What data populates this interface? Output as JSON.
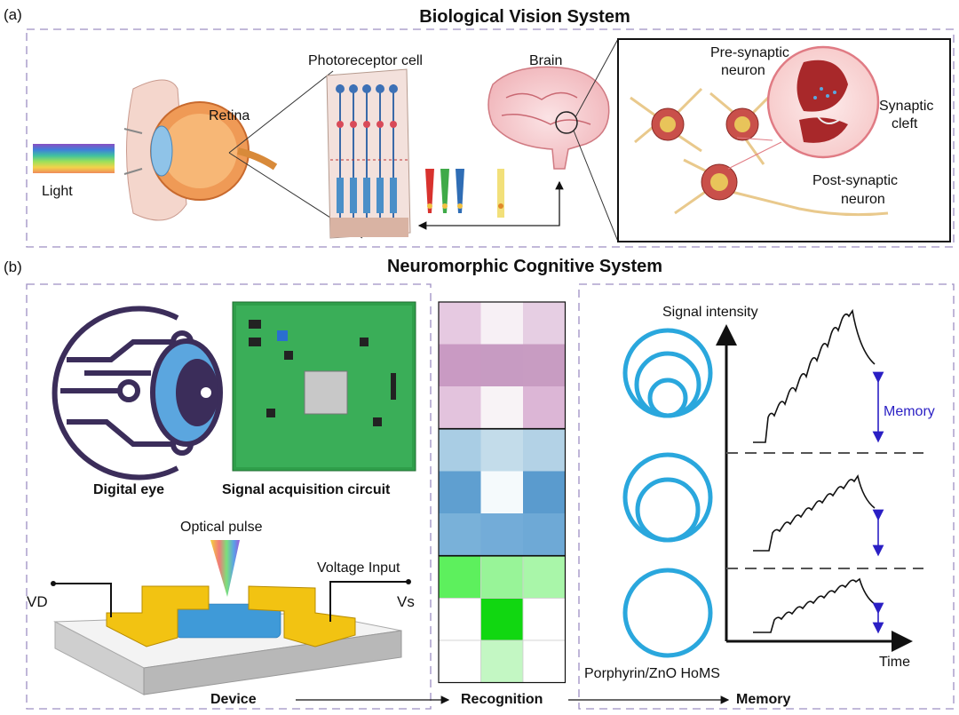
{
  "panel_a": {
    "letter": "(a)",
    "title": "Biological Vision System",
    "labels": {
      "light": "Light",
      "retina": "Retina",
      "photoreceptor": "Photoreceptor cell",
      "brain": "Brain",
      "pre_synaptic_1": "Pre-synaptic",
      "pre_synaptic_2": "neuron",
      "synaptic_cleft_1": "Synaptic",
      "synaptic_cleft_2": "cleft",
      "post_synaptic_1": "Post-synaptic",
      "post_synaptic_2": "neuron"
    }
  },
  "panel_b": {
    "letter": "(b)",
    "title": "Neuromorphic Cognitive System",
    "labels": {
      "digital_eye": "Digital eye",
      "signal_acquisition": "Signal acquisition circuit",
      "optical_pulse": "Optical pulse",
      "voltage_input": "Voltage Input",
      "vd": "VD",
      "vs": "Vs",
      "signal_intensity": "Signal intensity",
      "memory_annotation": "Memory",
      "time": "Time",
      "porphyrin": "Porphyrin/ZnO HoMS",
      "device": "Device",
      "recognition": "Recognition",
      "memory": "Memory"
    },
    "recognition_grids": [
      {
        "name": "purple",
        "cells": [
          "#e6c9e1",
          "#f7f0f5",
          "#e6cee3",
          "#c99ac3",
          "#c79bc2",
          "#c89cc2",
          "#e3c3dd",
          "#f8f3f6",
          "#dcb6d6"
        ]
      },
      {
        "name": "blue",
        "cells": [
          "#a9cde4",
          "#c3dcea",
          "#b3d2e6",
          "#5f9fd0",
          "#f5fafc",
          "#5a9bce",
          "#79b1d9",
          "#73acd8",
          "#6ea9d6"
        ]
      },
      {
        "name": "green",
        "cells": [
          "#5df05d",
          "#98f498",
          "#a9f6a9",
          "#ffffff",
          "#11d711",
          "#ffffff",
          "#ffffff",
          "#c3f7c3",
          "#ffffff"
        ]
      }
    ],
    "colors": {
      "shell": "#2aa7dd",
      "axis": "#111111",
      "memory_arrow": "#2a1fc4",
      "eye_outline": "#3b2d5a",
      "gold": "#f2c312",
      "pcb": "#2f9e4a"
    }
  }
}
